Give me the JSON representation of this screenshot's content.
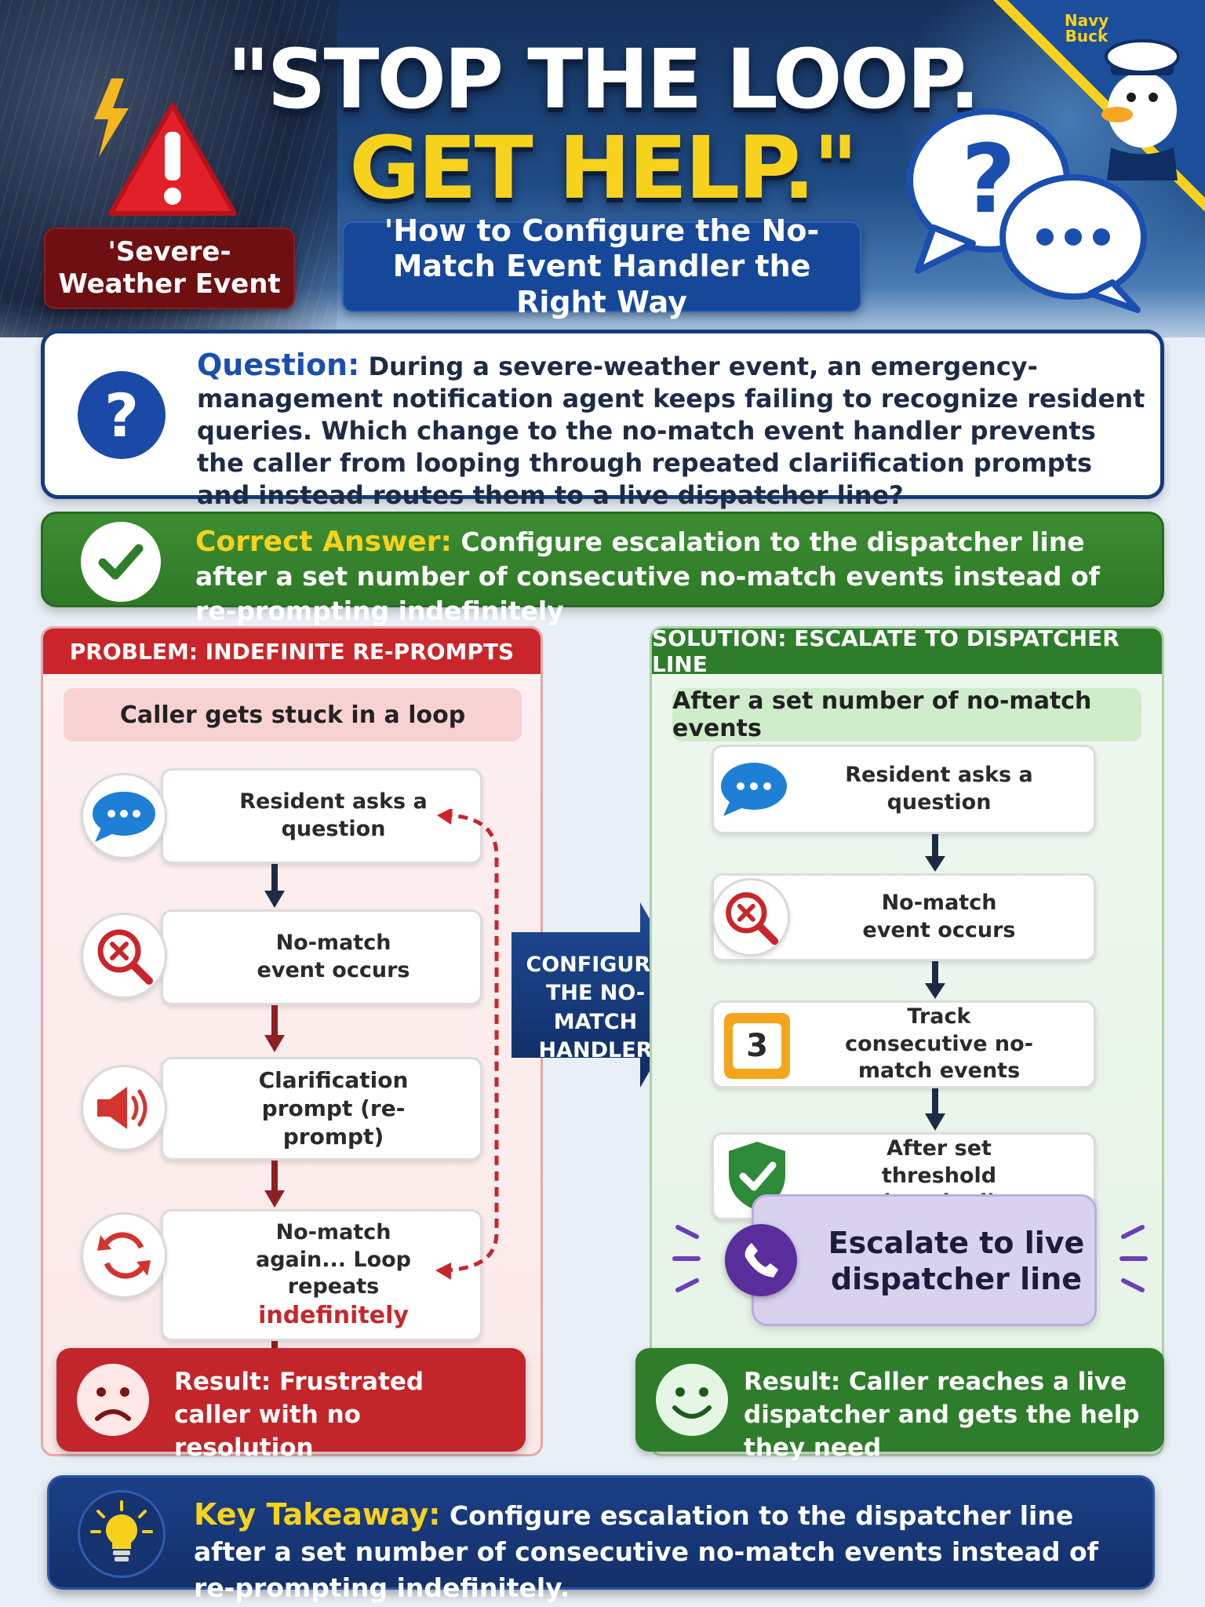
{
  "header": {
    "title_line1": "\"STOP THE LOOP.",
    "title_line2": "GET HELP.\"",
    "event_badge": "'Severe-Weather Event",
    "subtitle": "'How to Configure the No-Match Event Handler the Right Way",
    "brand_line1": "Navy",
    "brand_line2": "Buck"
  },
  "question": {
    "label": "Question:",
    "text": "During a severe-weather event, an emergency-management notification agent keeps failing to recognize resident queries. Which change to the no-match event handler prevents the caller from looping through repeated clariification prompts and instead routes them to a live dispatcher line?"
  },
  "answer": {
    "label": "Correct Answer:",
    "text": "Configure escalation to the dispatcher line after a set number of consecutive no-match events instead of re-prompting indefinitely"
  },
  "problem": {
    "header": "PROBLEM: INDEFINITE RE-PROMPTS",
    "subheader": "Caller gets stuck in a loop",
    "steps": [
      {
        "text": "Resident asks a question",
        "icon": "chat-bubble-icon"
      },
      {
        "text": "No-match event occurs",
        "icon": "magnifier-x-icon"
      },
      {
        "text": "Clarification prompt (re-prompt)",
        "icon": "speaker-icon"
      },
      {
        "text": "No-match again... Loop repeats",
        "highlight": "indefinitely",
        "icon": "loop-arrows-icon"
      }
    ],
    "result": "Result: Frustrated caller with no resolution"
  },
  "center_arrow": {
    "text": "CONFIGURE THE NO-MATCH HANDLER"
  },
  "solution": {
    "header": "SOLUTION: ESCALATE TO DISPATCHER LINE",
    "subheader": "After a set number of no-match events",
    "steps": [
      {
        "text": "Resident asks a question",
        "icon": "chat-bubble-icon"
      },
      {
        "text": "No-match event occurs",
        "icon": "magnifier-x-icon"
      },
      {
        "text": "Track consecutive no-match events",
        "icon": "counter-icon",
        "counter": "3"
      },
      {
        "text": "After set threshold (reached)",
        "icon": "shield-check-icon"
      }
    ],
    "escalate": "Escalate to live dispatcher line",
    "result": "Result: Caller reaches a live dispatcher and gets the help they need"
  },
  "takeaway": {
    "label": "Key Takeaway:",
    "text": "Configure escalation to the dispatcher line after a set number of consecutive no-match events instead of re-prompting indefinitely."
  },
  "colors": {
    "navy": "#143b7e",
    "red": "#c9262b",
    "green": "#2e7d2a",
    "yellow": "#f7d21c",
    "purple": "#5a2d9c"
  }
}
